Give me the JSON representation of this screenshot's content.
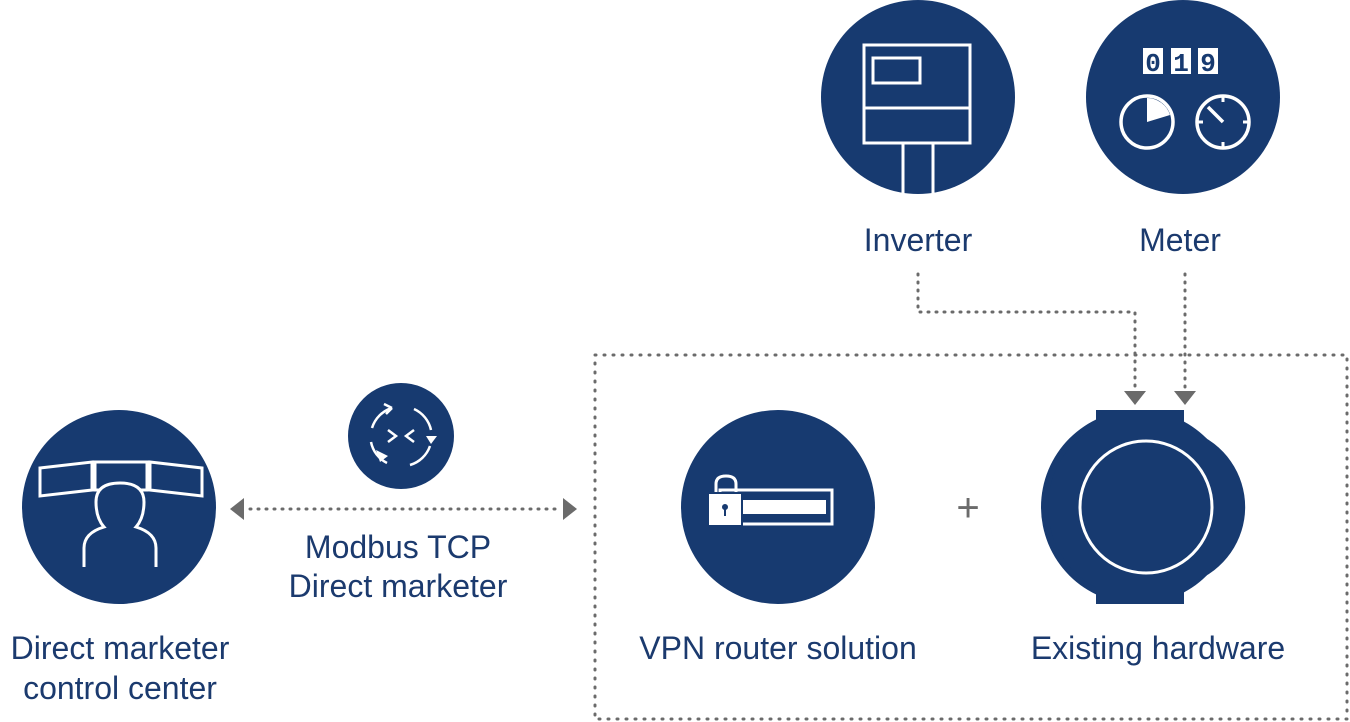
{
  "colors": {
    "primary": "#173a70",
    "text": "#1b3a6e",
    "connector": "#6b6b6b",
    "background": "#ffffff"
  },
  "nodes": {
    "inverter": {
      "label": "Inverter",
      "icon": "inverter-icon"
    },
    "meter": {
      "label": "Meter",
      "icon": "meter-icon",
      "display_digits": [
        "0",
        "1",
        "9"
      ]
    },
    "control_center": {
      "label_line1": "Direct marketer",
      "label_line2": "control center",
      "icon": "control-center-operator-icon"
    },
    "vpn_router": {
      "label": "VPN router solution",
      "icon": "vpn-router-icon"
    },
    "existing_hardware": {
      "label": "Existing hardware",
      "icon": "hardware-device-icon"
    }
  },
  "connection": {
    "protocol": "Modbus TCP",
    "party": "Direct marketer",
    "icon": "data-exchange-icon"
  },
  "plus_sign": "+"
}
